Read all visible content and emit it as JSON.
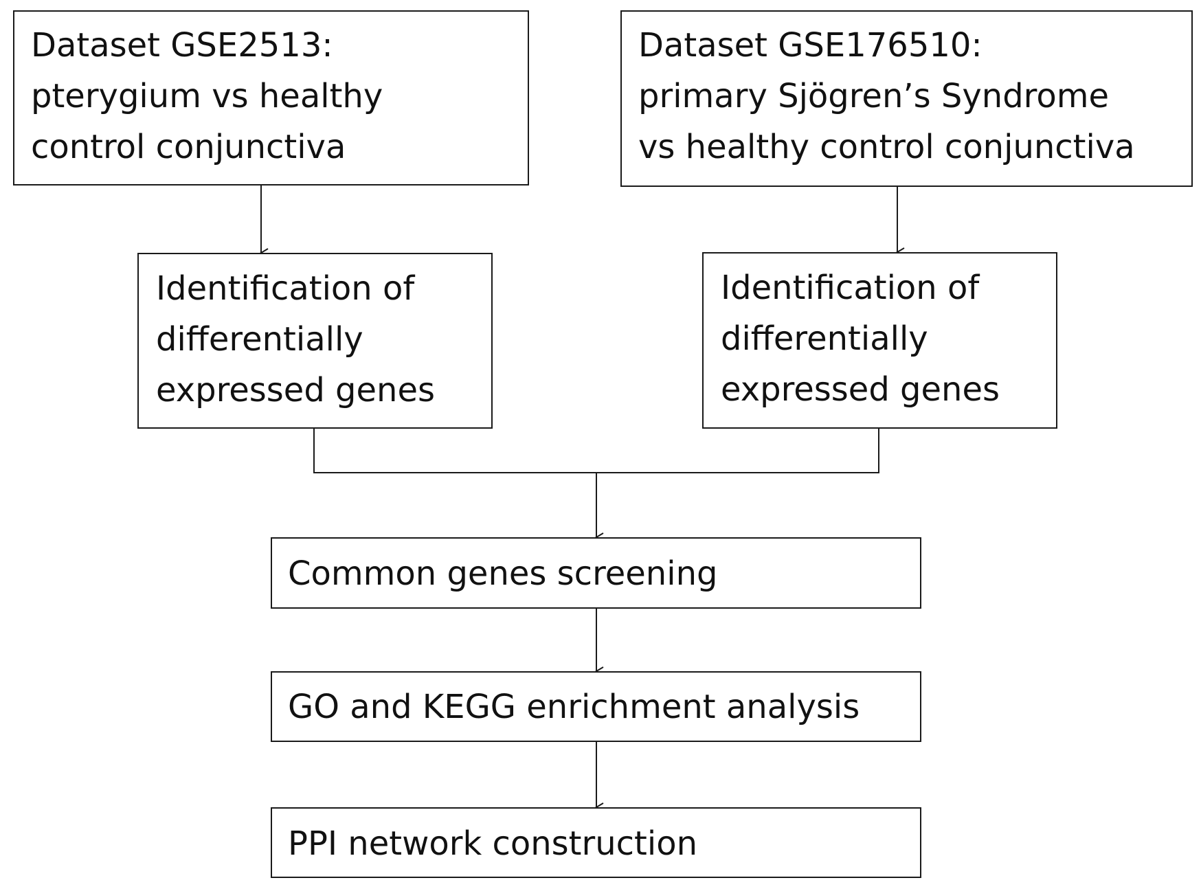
{
  "datasets": [
    {
      "lines": [
        "Dataset GSE2513:",
        "pterygium vs healthy",
        "control conjunctiva"
      ]
    },
    {
      "lines": [
        "Dataset GSE176510:",
        "primary Sjögren’s Syndrome",
        "vs healthy control conjunctiva"
      ]
    }
  ],
  "deg_steps": [
    {
      "lines": [
        "Identification of",
        "differentially",
        "expressed genes"
      ]
    },
    {
      "lines": [
        "Identification of",
        "differentially",
        "expressed genes"
      ]
    }
  ],
  "pipeline": {
    "common": "Common genes screening",
    "enrichment": "GO and KEGG enrichment analysis",
    "ppi": "PPI network construction"
  }
}
